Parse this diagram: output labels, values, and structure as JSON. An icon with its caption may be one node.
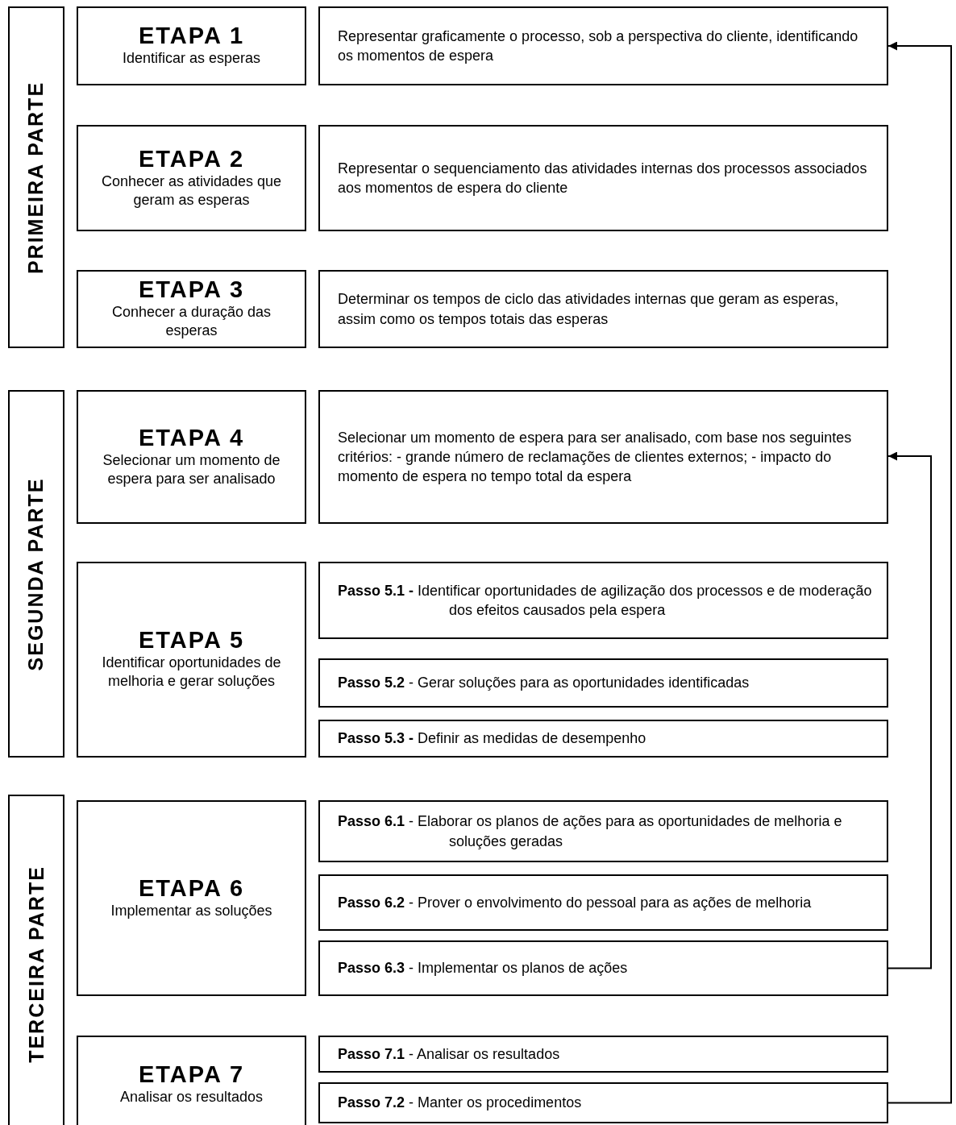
{
  "diagram": {
    "nodes": [
      {
        "text": [
          "PRIMEIRA PARTE"
        ]
      },
      {
        "text": [
          "ETAPA 1",
          "Identificar as esperas"
        ]
      },
      {
        "text": [
          "Representar graficamente o processo, sob a perspectiva do cliente, identificando os momentos de espera"
        ]
      },
      {
        "text": [
          "ETAPA 2",
          "Conhecer as atividades que geram as esperas"
        ]
      },
      {
        "text": [
          "Representar o sequenciamento das atividades internas dos processos associados aos momentos de espera do cliente"
        ]
      },
      {
        "text": [
          "ETAPA 3",
          "Conhecer a duração das esperas"
        ]
      },
      {
        "text": [
          "Determinar os tempos de ciclo das atividades internas que geram as esperas, assim como os tempos totais das esperas"
        ]
      },
      {
        "text": [
          "SEGUNDA PARTE"
        ]
      },
      {
        "text": [
          "ETAPA 4",
          "Selecionar um momento de espera para ser analisado"
        ]
      },
      {
        "text": [
          "Selecionar um momento de espera para ser analisado, com base nos seguintes critérios: - grande número de reclamações de clientes externos; - impacto do momento de espera no tempo total da espera"
        ]
      },
      {
        "text": [
          "ETAPA 5",
          "Identificar oportunidades de melhoria e gerar soluções"
        ]
      },
      {
        "text": [
          "**Passo 5.1 -** Identificar oportunidades de agilização dos processos e de moderação dos efeitos causados pela espera"
        ]
      },
      {
        "text": [
          "**Passo 5.2** - Gerar soluções para as oportunidades identificadas"
        ]
      },
      {
        "text": [
          "**Passo 5.3 -** Definir as medidas de desempenho"
        ]
      },
      {
        "text": [
          "TERCEIRA PARTE"
        ]
      },
      {
        "text": [
          "ETAPA 6",
          "Implementar as soluções"
        ]
      },
      {
        "text": [
          "**Passo 6.1** - Elaborar os planos de ações para as oportunidades de melhoria e soluções geradas"
        ]
      },
      {
        "text": [
          "**Passo 6.2** - Prover o envolvimento do pessoal para as ações de melhoria"
        ]
      },
      {
        "text": [
          "**Passo 6.3** - Implementar os planos de ações"
        ]
      },
      {
        "text": [
          "ETAPA 7",
          "Analisar os resultados"
        ]
      },
      {
        "text": [
          "**Passo 7.1** - Analisar os resultados"
        ]
      },
      {
        "text": [
          "**Passo 7.2** - Manter os procedimentos"
        ]
      }
    ],
    "edges": [
      {
        "from": 18,
        "to": 9,
        "arrow": "to"
      },
      {
        "from": 21,
        "to": 2,
        "arrow": "to"
      }
    ]
  }
}
